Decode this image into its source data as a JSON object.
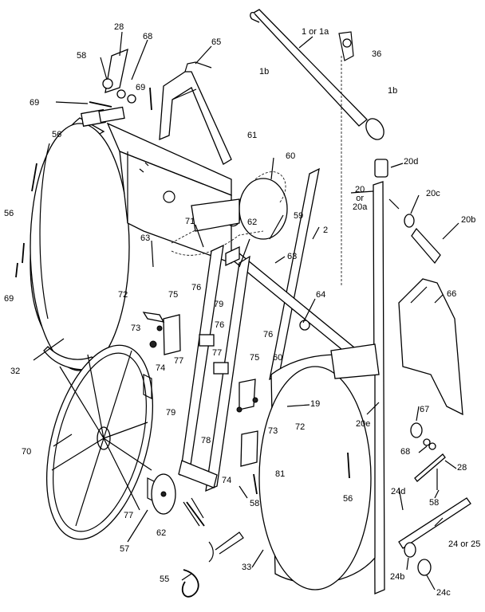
{
  "diagram": {
    "labels": [
      {
        "id": "lbl-28-top",
        "text": "28"
      },
      {
        "id": "lbl-68-top",
        "text": "68"
      },
      {
        "id": "lbl-58-top",
        "text": "58"
      },
      {
        "id": "lbl-65",
        "text": "65"
      },
      {
        "id": "lbl-69-a",
        "text": "69"
      },
      {
        "id": "lbl-69-b",
        "text": "69"
      },
      {
        "id": "lbl-56-a",
        "text": "56"
      },
      {
        "id": "lbl-56-b",
        "text": "56"
      },
      {
        "id": "lbl-69-c",
        "text": "69"
      },
      {
        "id": "lbl-1or1a",
        "text": "1 or 1a"
      },
      {
        "id": "lbl-36",
        "text": "36"
      },
      {
        "id": "lbl-1b-a",
        "text": "1b"
      },
      {
        "id": "lbl-1b-b",
        "text": "1b"
      },
      {
        "id": "lbl-61",
        "text": "61"
      },
      {
        "id": "lbl-60-a",
        "text": "60"
      },
      {
        "id": "lbl-20d",
        "text": "20d"
      },
      {
        "id": "lbl-20-or-20a",
        "text": "20\nor\n20a"
      },
      {
        "id": "lbl-20c",
        "text": "20c"
      },
      {
        "id": "lbl-20b",
        "text": "20b"
      },
      {
        "id": "lbl-62-a",
        "text": "62"
      },
      {
        "id": "lbl-59",
        "text": "59"
      },
      {
        "id": "lbl-2",
        "text": "2"
      },
      {
        "id": "lbl-71",
        "text": "71"
      },
      {
        "id": "lbl-63-a",
        "text": "63"
      },
      {
        "id": "lbl-63-b",
        "text": "63"
      },
      {
        "id": "lbl-66",
        "text": "66"
      },
      {
        "id": "lbl-64",
        "text": "64"
      },
      {
        "id": "lbl-72-a",
        "text": "72"
      },
      {
        "id": "lbl-75-a",
        "text": "75"
      },
      {
        "id": "lbl-76-a",
        "text": "76"
      },
      {
        "id": "lbl-79-a",
        "text": "79"
      },
      {
        "id": "lbl-76-b",
        "text": "76"
      },
      {
        "id": "lbl-73-a",
        "text": "73"
      },
      {
        "id": "lbl-74-a",
        "text": "74"
      },
      {
        "id": "lbl-77-a",
        "text": "77"
      },
      {
        "id": "lbl-77-b",
        "text": "77"
      },
      {
        "id": "lbl-76-c",
        "text": "76"
      },
      {
        "id": "lbl-75-b",
        "text": "75"
      },
      {
        "id": "lbl-60-b",
        "text": "60"
      },
      {
        "id": "lbl-19",
        "text": "19"
      },
      {
        "id": "lbl-32",
        "text": "32"
      },
      {
        "id": "lbl-79-b",
        "text": "79"
      },
      {
        "id": "lbl-72-b",
        "text": "72"
      },
      {
        "id": "lbl-73-b",
        "text": "73"
      },
      {
        "id": "lbl-20e",
        "text": "20e"
      },
      {
        "id": "lbl-67",
        "text": "67"
      },
      {
        "id": "lbl-68-b",
        "text": "68"
      },
      {
        "id": "lbl-28-b",
        "text": "28"
      },
      {
        "id": "lbl-70",
        "text": "70"
      },
      {
        "id": "lbl-78",
        "text": "78"
      },
      {
        "id": "lbl-81",
        "text": "81"
      },
      {
        "id": "lbl-74-b",
        "text": "74"
      },
      {
        "id": "lbl-58-b",
        "text": "58"
      },
      {
        "id": "lbl-56-c",
        "text": "56"
      },
      {
        "id": "lbl-58-c",
        "text": "58"
      },
      {
        "id": "lbl-24d",
        "text": "24d"
      },
      {
        "id": "lbl-77-c",
        "text": "77"
      },
      {
        "id": "lbl-62-b",
        "text": "62"
      },
      {
        "id": "lbl-57",
        "text": "57"
      },
      {
        "id": "lbl-24or25",
        "text": "24 or 25"
      },
      {
        "id": "lbl-55",
        "text": "55"
      },
      {
        "id": "lbl-33",
        "text": "33"
      },
      {
        "id": "lbl-24b",
        "text": "24b"
      },
      {
        "id": "lbl-24c",
        "text": "24c"
      }
    ]
  }
}
